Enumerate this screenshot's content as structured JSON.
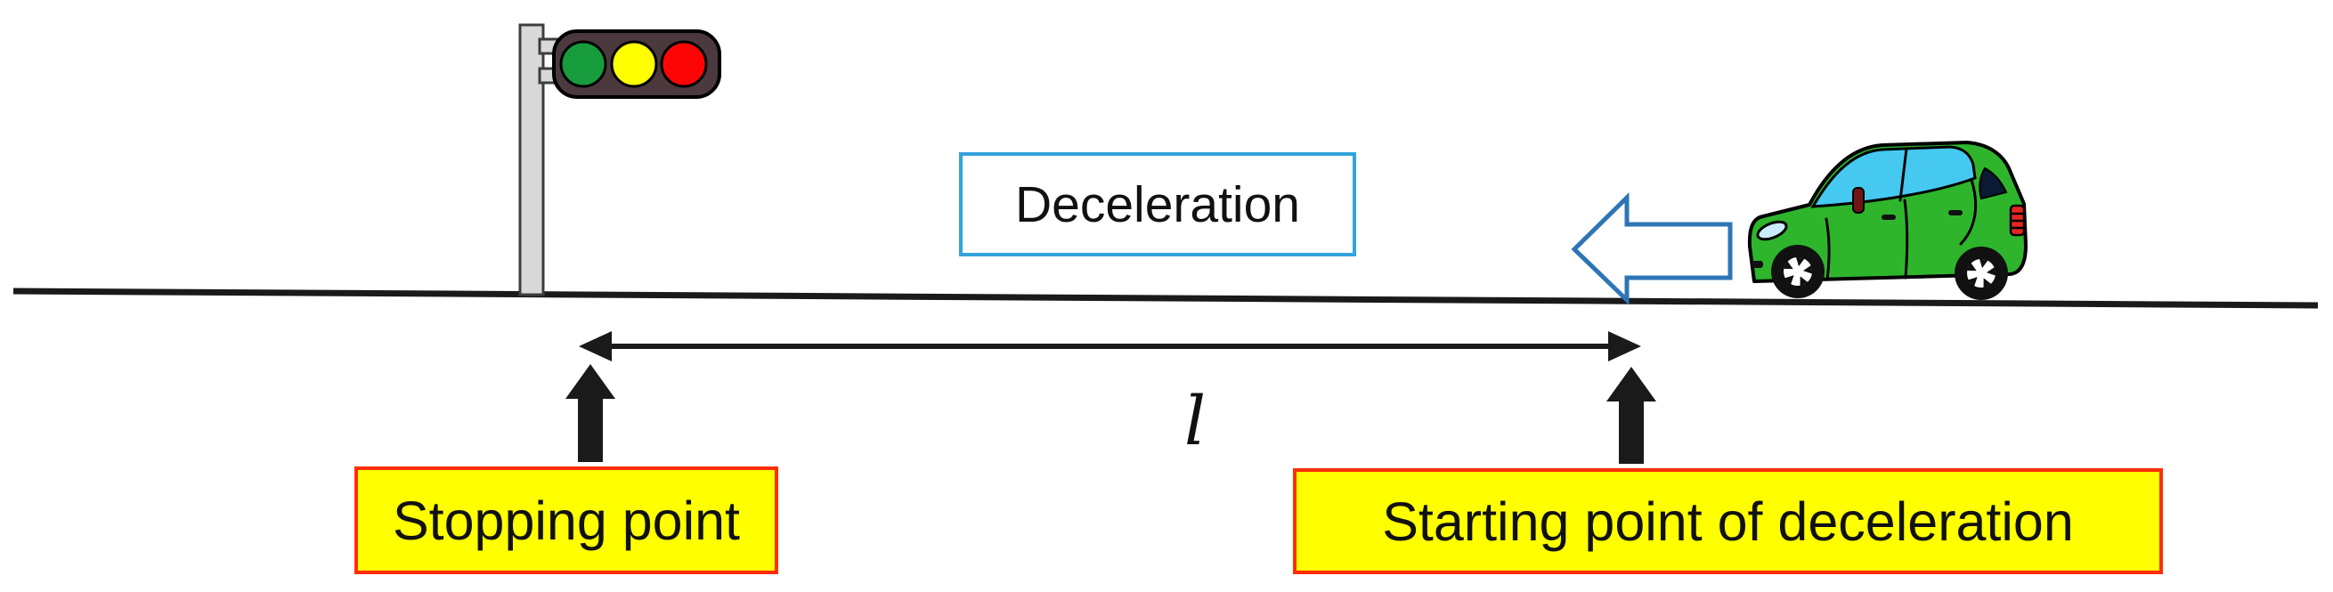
{
  "labels": {
    "deceleration": "Deceleration",
    "distance": "l",
    "stopping_point": "Stopping point",
    "starting_point": "Starting point of deceleration"
  },
  "icons": {
    "traffic_light": "traffic-light-icon (green, yellow, red lamps on gray pole)",
    "car": "green-hatchback-car-icon facing left",
    "block_arrow": "hollow-left-block-arrow-icon",
    "distance_arrow": "double-headed-horizontal-arrow-icon",
    "pointer_arrow": "solid-black-up-arrow-icon",
    "road": "ground-line"
  },
  "colors": {
    "background": "#ffffff",
    "line_black": "#1a1a1a",
    "text_black": "#111111",
    "deceleration_box_border": "#33a3dd",
    "deceleration_box_fill": "#ffffff",
    "callout_fill": "#ffff00",
    "callout_border": "#ff2d05",
    "block_arrow_border": "#2e75b6",
    "block_arrow_fill": "#ffffff",
    "traffic_housing": "#4b393e",
    "traffic_pole": "#d8d8d8",
    "traffic_green": "#169c3c",
    "traffic_yellow": "#ffff00",
    "traffic_red": "#fe0505",
    "car_body": "#2fb52c",
    "car_window": "#45c9f1",
    "car_quarter_window": "#0b1a33",
    "car_headlight": "#c9edfb",
    "car_taillight": "#e62521",
    "car_mirror": "#6e1716",
    "wheel_black": "#111111",
    "hub_white": "#ffffff"
  }
}
